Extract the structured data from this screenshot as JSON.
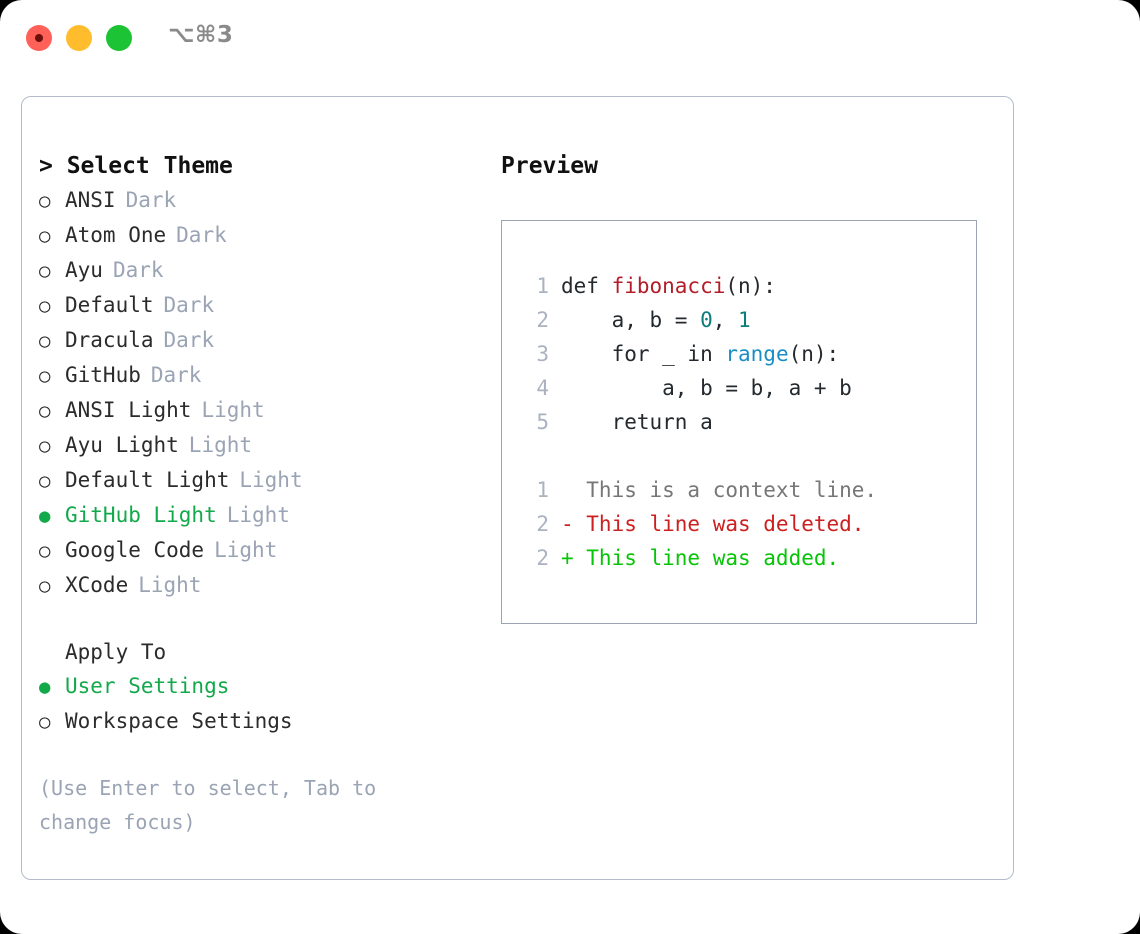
{
  "titlebar": {
    "shortcut": "⌥⌘3",
    "buttons": [
      {
        "name": "close",
        "color": "#ff6159"
      },
      {
        "name": "minimize",
        "color": "#ffbd2e"
      },
      {
        "name": "zoom",
        "color": "#1cc435"
      }
    ]
  },
  "theme_picker": {
    "header": "> Select Theme",
    "marker_selected": "●",
    "marker_unselected": "○",
    "accent_color": "#12a94a",
    "muted_color": "#9aa4b4",
    "items": [
      {
        "label": "ANSI",
        "meta": "Dark",
        "selected": false
      },
      {
        "label": "Atom One",
        "meta": "Dark",
        "selected": false
      },
      {
        "label": "Ayu",
        "meta": "Dark",
        "selected": false
      },
      {
        "label": "Default",
        "meta": "Dark",
        "selected": false
      },
      {
        "label": "Dracula",
        "meta": "Dark",
        "selected": false
      },
      {
        "label": "GitHub",
        "meta": "Dark",
        "selected": false
      },
      {
        "label": "ANSI Light",
        "meta": "Light",
        "selected": false
      },
      {
        "label": "Ayu Light",
        "meta": "Light",
        "selected": false
      },
      {
        "label": "Default Light",
        "meta": "Light",
        "selected": false
      },
      {
        "label": "GitHub Light",
        "meta": "Light",
        "selected": true
      },
      {
        "label": "Google Code",
        "meta": "Light",
        "selected": false
      },
      {
        "label": "XCode",
        "meta": "Light",
        "selected": false
      }
    ]
  },
  "apply_to": {
    "header": "Apply To",
    "items": [
      {
        "label": "User Settings",
        "selected": true
      },
      {
        "label": "Workspace Settings",
        "selected": false
      }
    ]
  },
  "hint": "(Use Enter to select, Tab to change focus)",
  "preview": {
    "title": "Preview",
    "code_lines": [
      {
        "no": "1",
        "segments": [
          {
            "text": "def ",
            "kind": "plain"
          },
          {
            "text": "fibonacci",
            "kind": "func"
          },
          {
            "text": "(n):",
            "kind": "plain"
          }
        ]
      },
      {
        "no": "2",
        "segments": [
          {
            "text": "    a, b = ",
            "kind": "plain"
          },
          {
            "text": "0",
            "kind": "num"
          },
          {
            "text": ", ",
            "kind": "plain"
          },
          {
            "text": "1",
            "kind": "num"
          }
        ]
      },
      {
        "no": "3",
        "segments": [
          {
            "text": "    for _ in ",
            "kind": "plain"
          },
          {
            "text": "range",
            "kind": "call"
          },
          {
            "text": "(n):",
            "kind": "plain"
          }
        ]
      },
      {
        "no": "4",
        "segments": [
          {
            "text": "        a, b = b, a + b",
            "kind": "plain"
          }
        ]
      },
      {
        "no": "5",
        "segments": [
          {
            "text": "    return a",
            "kind": "plain"
          }
        ]
      }
    ],
    "diff_lines": [
      {
        "no": "1",
        "text": "  This is a context line.",
        "kind": "context"
      },
      {
        "no": "2",
        "text": "- This line was deleted.",
        "kind": "deleted"
      },
      {
        "no": "2",
        "text": "+ This line was added.",
        "kind": "added"
      }
    ],
    "diff_colors": {
      "context": "#767676",
      "deleted": "#cc2020",
      "added": "#06c406"
    }
  }
}
